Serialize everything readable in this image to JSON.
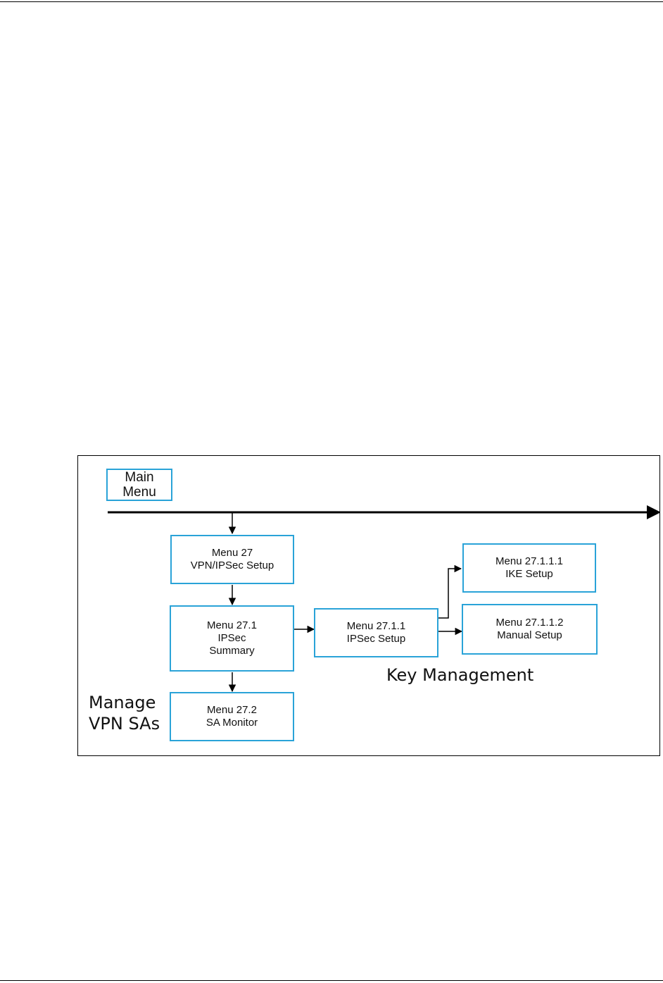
{
  "diagram": {
    "nodes": {
      "main_menu": {
        "lines": [
          "Main",
          "Menu"
        ]
      },
      "menu_27": {
        "lines": [
          "Menu 27",
          "VPN/IPSec Setup"
        ]
      },
      "menu_27_1": {
        "lines": [
          "Menu 27.1",
          "IPSec",
          "Summary"
        ]
      },
      "menu_27_2": {
        "lines": [
          "Menu 27.2",
          "SA Monitor"
        ]
      },
      "menu_27_1_1": {
        "lines": [
          "Menu 27.1.1",
          "IPSec Setup"
        ]
      },
      "menu_27_1_1_1": {
        "lines": [
          "Menu 27.1.1.1",
          "IKE Setup"
        ]
      },
      "menu_27_1_1_2": {
        "lines": [
          "Menu 27.1.1.2",
          "Manual Setup"
        ]
      }
    },
    "labels": {
      "manage_vpn_sas": [
        "Manage",
        "VPN SAs"
      ],
      "key_management": "Key Management"
    },
    "edges": [
      {
        "from": "main_menu",
        "to": "menu_27"
      },
      {
        "from": "menu_27",
        "to": "menu_27_1"
      },
      {
        "from": "menu_27_1",
        "to": "menu_27_2"
      },
      {
        "from": "menu_27_1",
        "to": "menu_27_1_1"
      },
      {
        "from": "menu_27_1_1",
        "to": "menu_27_1_1_1"
      },
      {
        "from": "menu_27_1_1",
        "to": "menu_27_1_1_2"
      }
    ],
    "colors": {
      "box_border": "#2aa3d8",
      "line": "#000000",
      "text": "#111111"
    }
  }
}
